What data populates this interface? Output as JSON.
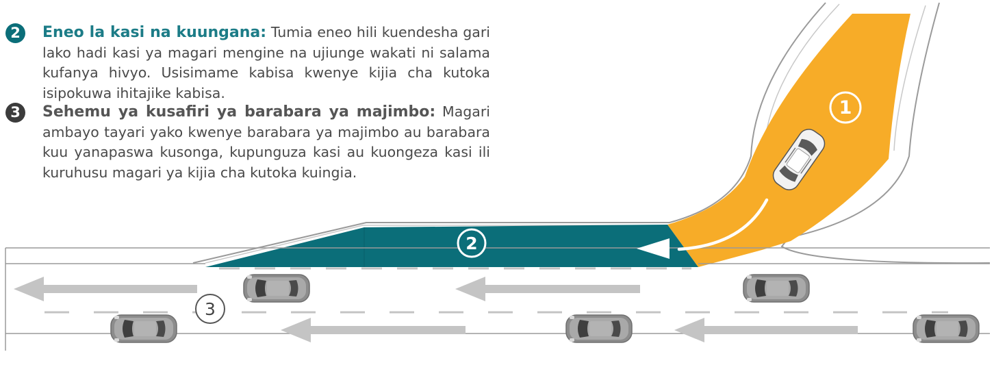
{
  "items": [
    {
      "number": "2",
      "title": "Eneo la kasi na kuungana:",
      "text": "Tumia eneo hili kuendesha gari lako hadi kasi ya magari mengine na ujiunge wakati ni salama kufanya hivyo. Usisimame kabisa kwenye kijia cha kutoka isipokuwa ihitajike kabisa.",
      "color": "#0b6e79"
    },
    {
      "number": "3",
      "title": "Sehemu ya kusafiri ya barabara ya majimbo:",
      "text": "Magari ambayo tayari yako kwenye barabara ya majimbo au barabara kuu yanapaswa kusonga, kupunguza kasi au kuongeza kasi ili kuruhusu magari ya kijia cha kutoka kuingia.",
      "color": "#3c3c3c"
    }
  ],
  "diagram": {
    "ramp_label": "1",
    "merge_label": "2",
    "through_label": "3",
    "ramp_color": "#f7ac28",
    "merge_color": "#0b6e79",
    "road_edge_color": "#9a9a9a",
    "car_color": "#8e8e8e",
    "arrow_color": "#c4c4c4"
  }
}
